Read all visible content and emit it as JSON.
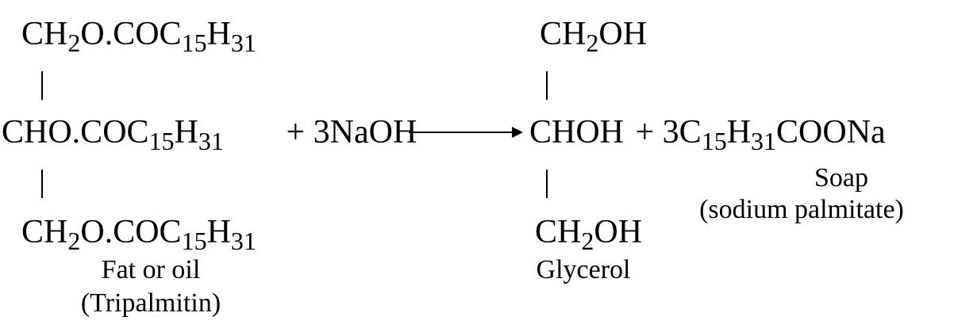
{
  "reactant": {
    "top": [
      {
        "t": "CH"
      },
      {
        "s": "2"
      },
      {
        "t": "O.COC"
      },
      {
        "s": "15"
      },
      {
        "t": "H"
      },
      {
        "s": "31"
      }
    ],
    "middle": [
      {
        "t": "CHO.COC"
      },
      {
        "s": "15"
      },
      {
        "t": "H"
      },
      {
        "s": "31"
      }
    ],
    "bottom": [
      {
        "t": "CH"
      },
      {
        "s": "2"
      },
      {
        "t": "O.COC"
      },
      {
        "s": "15"
      },
      {
        "t": "H"
      },
      {
        "s": "31"
      }
    ],
    "label": "Fat or oil",
    "sublabel": "(Tripalmitin)"
  },
  "reagent": [
    {
      "t": " + 3NaOH"
    }
  ],
  "product1": {
    "top": [
      {
        "t": "CH"
      },
      {
        "s": "2"
      },
      {
        "t": "OH"
      }
    ],
    "middle": [
      {
        "t": "CHOH"
      }
    ],
    "bottom": [
      {
        "t": "CH"
      },
      {
        "s": "2"
      },
      {
        "t": "OH"
      }
    ],
    "label": "Glycerol"
  },
  "product2": {
    "formula": [
      {
        "t": " + 3C"
      },
      {
        "s": "15"
      },
      {
        "t": "H"
      },
      {
        "s": "31"
      },
      {
        "t": "COONa"
      }
    ],
    "label": "Soap",
    "sublabel": "(sodium palmitate)"
  }
}
